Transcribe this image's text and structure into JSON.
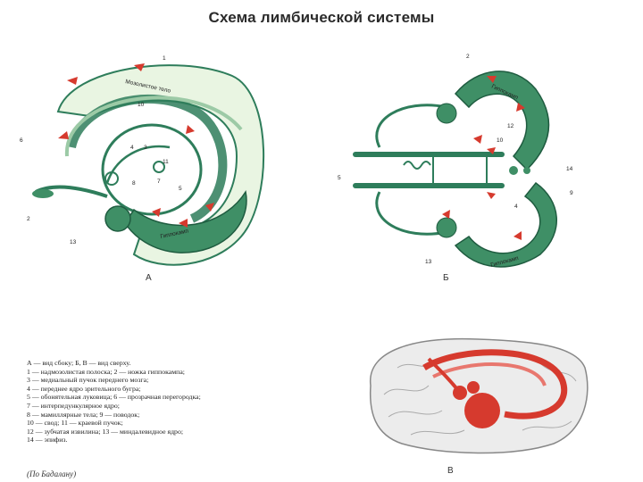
{
  "title": "Схема лимбической системы",
  "panel_a": {
    "letter": "А",
    "region_labels": {
      "corpus_callosum": "Мозолистое тело",
      "hippocampus": "Гиппокамп"
    },
    "numbers": [
      "1",
      "10",
      "6",
      "4",
      "3",
      "11",
      "7",
      "8",
      "5",
      "2",
      "13"
    ]
  },
  "panel_b": {
    "letter": "Б",
    "region_labels": {
      "hippocampus_top": "Гиппокамп",
      "hippocampus_bottom": "Гиппокамп"
    },
    "numbers": [
      "2",
      "12",
      "10",
      "14",
      "9",
      "4",
      "5",
      "13"
    ]
  },
  "panel_c": {
    "letter": "В"
  },
  "legend": [
    "А — вид сбоку; Б, В — вид сверху.",
    "1 — надмозолистая полоска; 2 — ножка гиппокампа;",
    "3 — медиальный пучок переднего мозга;",
    "4 — переднее ядро зрительного бугра;",
    "5 — обонятельная луковица; 6 — прозрачная перегородка;",
    "7 — интерпедункулярное ядро;",
    "8 — мамиллярные тела; 9 — поводок;",
    "10 — свод; 11 — краевой пучок;",
    "12 — зубчатая извилина; 13 — миндалевидное ядро;",
    "14 — эпифиз."
  ],
  "credit": "(По Бадалану)",
  "colors": {
    "green_dark": "#2e7d5b",
    "green_light": "#cfe8c8",
    "red": "#d63a2e",
    "brain_gray": "#e6e6e6"
  }
}
